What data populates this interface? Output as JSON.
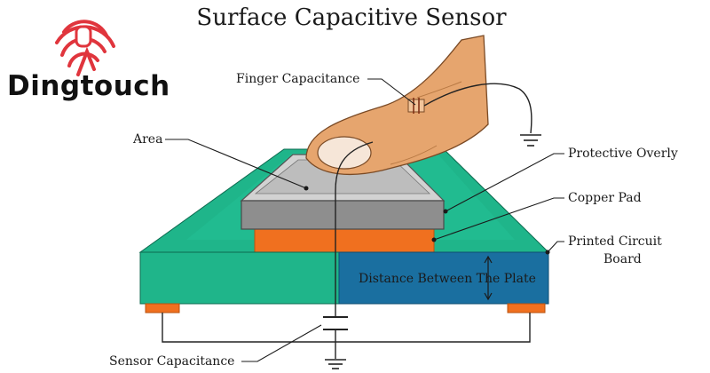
{
  "brand": {
    "name": "Dingtouch",
    "logo_icon": "fingerprint-hand-icon",
    "accent": "#e0353d"
  },
  "title": "Surface Capacitive Sensor",
  "labels": {
    "finger_capacitance": "Finger Capacitance",
    "area": "Area",
    "protective_overly": "Protective Overly",
    "copper_pad": "Copper Pad",
    "pcb_line1": "Printed Circuit",
    "pcb_line2": "Board",
    "distance": "Distance Between The Plate",
    "sensor_capacitance": "Sensor Capacitance"
  },
  "colors": {
    "pcb_green": "#1fb58a",
    "pcb_blue": "#1a6fa0",
    "copper": "#f0701f",
    "overlay_gray": "#9a9a9a",
    "finger_skin": "#e6a56e"
  }
}
